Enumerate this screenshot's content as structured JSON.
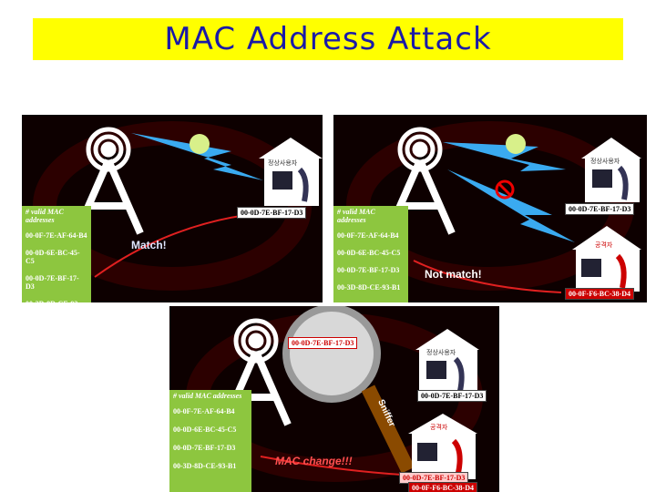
{
  "title": "MAC Address Attack",
  "mac_list": {
    "header": "# valid MAC addresses",
    "rows": [
      "00-0F-7E-AF-64-B4",
      "00-0D-6E-BC-45-C5",
      "00-0D-7E-BF-17-D3",
      "00-3D-8D-CE-93-B1"
    ]
  },
  "panel1": {
    "message": "Match!",
    "user_mac": "00-0D-7E-BF-17-D3",
    "house_label": "정상사용자"
  },
  "panel2": {
    "message": "Not match!",
    "user_mac": "00-0D-7E-BF-17-D3",
    "house_label": "정상사용자",
    "attacker_label": "공격자",
    "attacker_mac": "00-0F-F6-BC-38-D4"
  },
  "panel3": {
    "message": "MAC change!!!",
    "user_mac": "00-0D-7E-BF-17-D3",
    "house_label": "정상사용자",
    "attacker_label": "공격자",
    "attacker_new_mac": "00-0D-7E-BF-17-D3",
    "attacker_old_mac": "00-0F-F6-BC-38-D4",
    "sniffed_mac": "00-0D-7E-BF-17-D3",
    "sniffer_label": "Sniffer"
  },
  "colors": {
    "title_bg": "#ffff00",
    "title_text": "#1a1aa8",
    "list_bg": "#8dc63f",
    "attacker_red": "#cc0000"
  }
}
